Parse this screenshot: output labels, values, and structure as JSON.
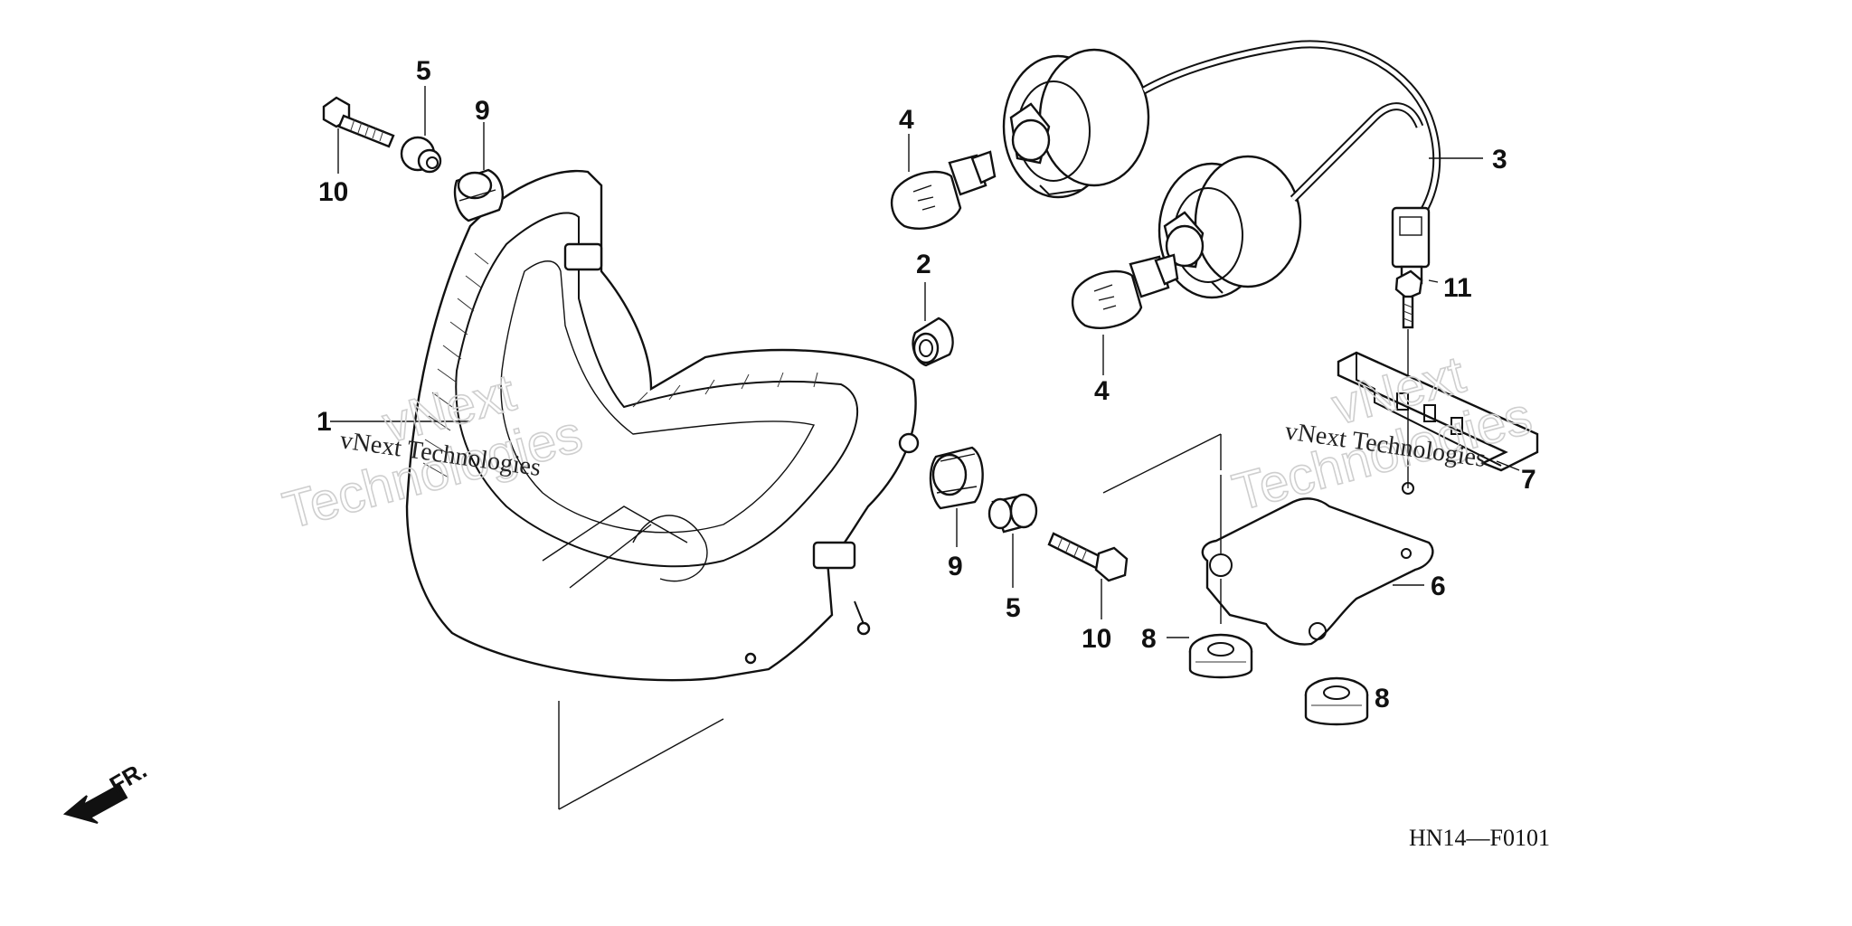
{
  "diagram_code": "HN14—F0101",
  "front_indicator": "FR.",
  "callouts": {
    "c1": "1",
    "c2": "2",
    "c3": "3",
    "c4a": "4",
    "c4b": "4",
    "c5a": "5",
    "c5b": "5",
    "c6": "6",
    "c7": "7",
    "c8a": "8",
    "c8b": "8",
    "c9a": "9",
    "c9b": "9",
    "c10a": "10",
    "c10b": "10",
    "c11": "11"
  },
  "watermarks": {
    "serif_text": "vNext Technologies",
    "outline_line1": "vNext",
    "outline_line2": "Technologies"
  }
}
